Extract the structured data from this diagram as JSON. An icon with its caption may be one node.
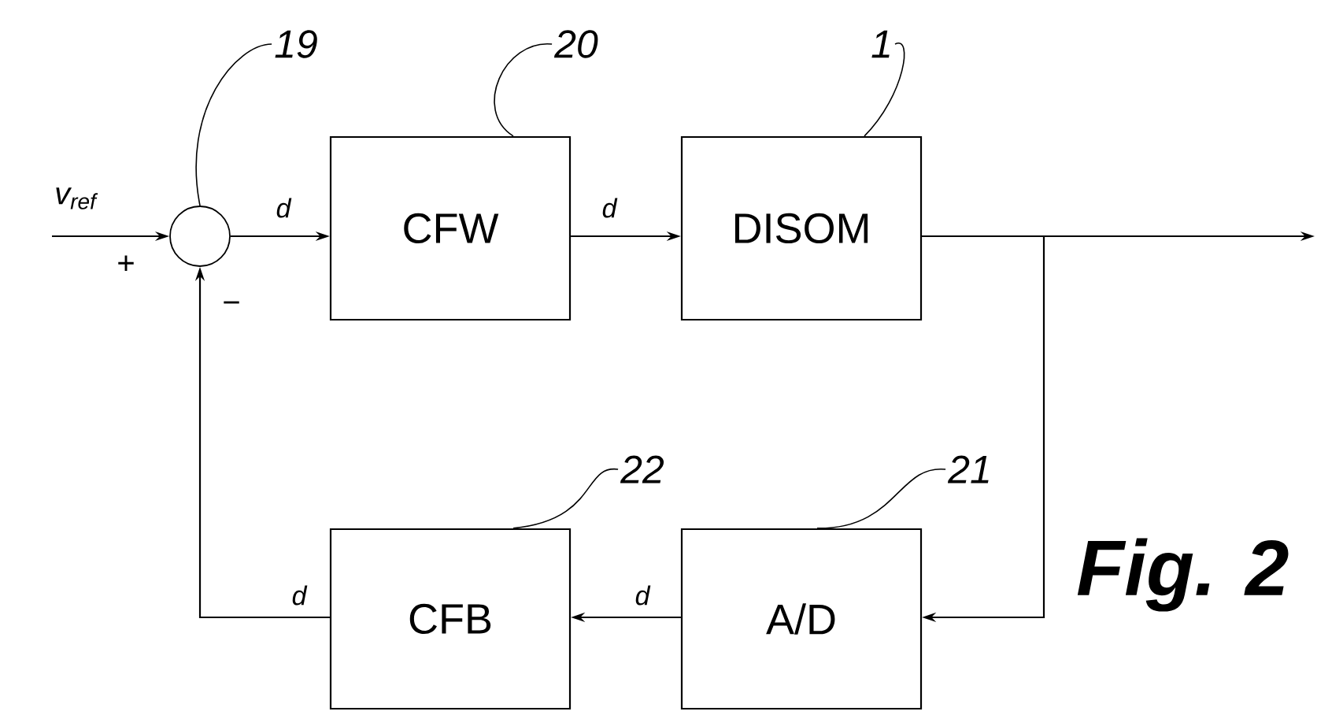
{
  "diagram": {
    "caption": "Fig. 2",
    "nodes": [
      {
        "text": [
          "19"
        ]
      },
      {
        "text": [],
        "shape": "circle"
      },
      {
        "text": [
          "20"
        ]
      },
      {
        "text": [
          "CFW"
        ]
      },
      {
        "text": [
          "1"
        ]
      },
      {
        "text": [
          "DISOM"
        ]
      },
      {
        "text": [
          "22"
        ]
      },
      {
        "text": [
          "CFB"
        ]
      },
      {
        "text": [
          "21"
        ]
      },
      {
        "text": [
          "A/D"
        ]
      }
    ],
    "edges": [
      {
        "from": null,
        "to": 1,
        "arrow": "to",
        "label": "v$_{ref}$"
      },
      {
        "from": 1,
        "to": 3,
        "arrow": "to",
        "label": "d"
      },
      {
        "from": 3,
        "to": 5,
        "arrow": "to",
        "label": "d"
      },
      {
        "from": 5,
        "to": null,
        "arrow": "to"
      },
      {
        "from": 5,
        "to": 9,
        "arrow": "to"
      },
      {
        "from": 9,
        "to": 7,
        "arrow": "to",
        "label": "d"
      },
      {
        "from": 7,
        "to": 1,
        "arrow": "to",
        "label": "d"
      },
      {
        "from": 0,
        "to": 1,
        "arrow": "none"
      },
      {
        "from": 2,
        "to": 3,
        "arrow": "none"
      },
      {
        "from": 4,
        "to": 5,
        "arrow": "none"
      },
      {
        "from": 6,
        "to": 7,
        "arrow": "none"
      },
      {
        "from": 8,
        "to": 9,
        "arrow": "none"
      }
    ],
    "labels": [
      "+",
      "−"
    ]
  }
}
